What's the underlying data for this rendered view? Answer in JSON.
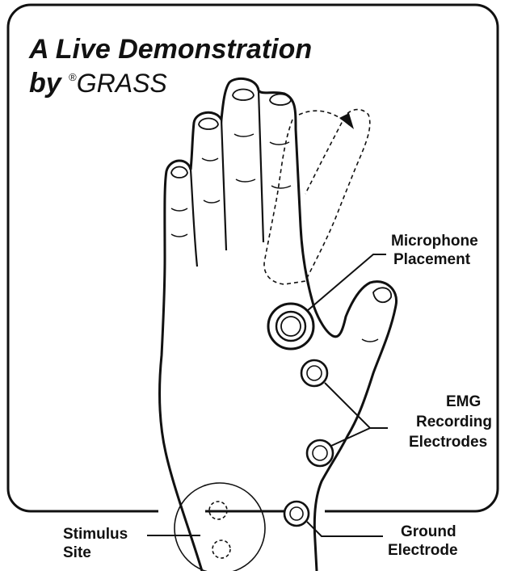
{
  "title": {
    "line1": "A Live Demonstration",
    "line2_prefix": "by ",
    "registered_mark": "®",
    "brand": "GRASS"
  },
  "labels": {
    "microphone": [
      "Microphone",
      "Placement"
    ],
    "emg": [
      "EMG",
      "Recording",
      "Electrodes"
    ],
    "stimulus": [
      "Stimulus",
      "Site"
    ],
    "ground": [
      "Ground",
      "Electrode"
    ]
  },
  "colors": {
    "ink": "#111111",
    "background": "#ffffff"
  }
}
